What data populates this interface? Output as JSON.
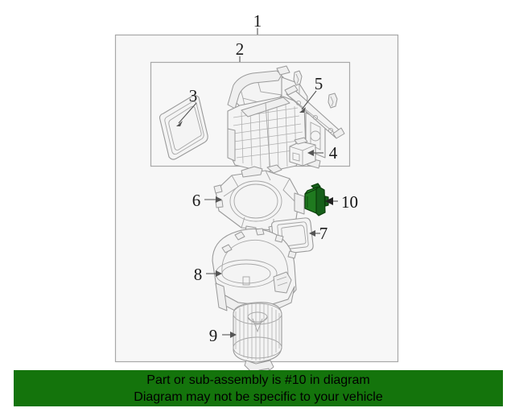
{
  "diagram": {
    "title_hidden": "",
    "highlighted_part_number": "10",
    "highlight_color": "#1f7a1f",
    "background_color": "#ffffff",
    "frame_fill_color": "#f7f7f7",
    "frame_border_color": "#a8a8a8",
    "line_color": "#9a9a9a",
    "callouts": [
      {
        "id": "1",
        "label": "1",
        "name": "outer-assembly"
      },
      {
        "id": "2",
        "label": "2",
        "name": "inner-assembly"
      },
      {
        "id": "3",
        "label": "3",
        "name": "cabin-air-filter"
      },
      {
        "id": "4",
        "label": "4",
        "name": "small-connector"
      },
      {
        "id": "5",
        "label": "5",
        "name": "mounting-rail"
      },
      {
        "id": "6",
        "label": "6",
        "name": "blower-case-upper"
      },
      {
        "id": "7",
        "label": "7",
        "name": "duct-opening"
      },
      {
        "id": "8",
        "label": "8",
        "name": "blower-housing"
      },
      {
        "id": "9",
        "label": "9",
        "name": "blower-wheel"
      },
      {
        "id": "10",
        "label": "10",
        "name": "blower-motor-resistor"
      }
    ]
  },
  "banner": {
    "background_color": "#14740c",
    "text_color": "#000000",
    "line1": "Part or sub-assembly is #10 in diagram",
    "line2": "Diagram may not be specific to your vehicle"
  }
}
